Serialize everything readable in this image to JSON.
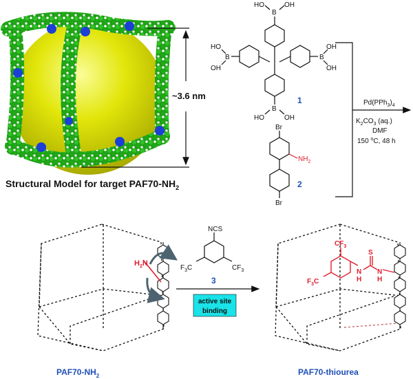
{
  "model": {
    "dimension": "~3.6 nm",
    "caption_main": "Structural Model for target PAF70-NH",
    "caption_sub": "2"
  },
  "monomer1": {
    "id": "1",
    "boronic_groups": [
      {
        "top": "HO",
        "top2": "OH",
        "atom": "B"
      },
      {
        "top": "HO",
        "top2": "OH",
        "atom": "B"
      },
      {
        "top": "OH",
        "top2": "OH",
        "atom": "B"
      },
      {
        "top": "HO",
        "top2": "OH",
        "atom": "B"
      }
    ]
  },
  "monomer2": {
    "id": "2",
    "br_top": "Br",
    "br_bottom": "Br",
    "nh2_main": "NH",
    "nh2_sub": "2"
  },
  "reaction": {
    "catalyst_main": "Pd(PPh",
    "catalyst_sub": "3",
    "catalyst_close": ")",
    "catalyst_sub2": "4",
    "base_main": "K",
    "base_sub": "2",
    "base_rest": "CO",
    "base_sub2": "3",
    "base_tail": " (aq.)",
    "solvent": "DMF",
    "conditions_temp": "150 ",
    "conditions_deg": "o",
    "conditions_tail": "C, 48 h"
  },
  "reagent3": {
    "id": "3",
    "ncs": "NCS",
    "cf3_left": "F",
    "cf3_left_c": "C",
    "cf3_left_sub": "3",
    "cf3_right": "CF",
    "cf3_right_sub": "3"
  },
  "arrow_box": {
    "line1": "active site",
    "line2": "binding",
    "color": "#19e3e8"
  },
  "left_product": {
    "nh2": "H",
    "nh2_sub": "2",
    "nh2_n": "N",
    "label_main": "PAF70-NH",
    "label_sub": "2"
  },
  "right_product": {
    "cf3_top": "CF",
    "cf3_top_sub": "3",
    "cf3_left": "F",
    "cf3_left_c": "C",
    "cf3_left_sub": "3",
    "s_label": "S",
    "nh1": "N",
    "nh1_h": "H",
    "nh2": "N",
    "nh2_h": "H",
    "label": "PAF70-thiourea"
  },
  "colors": {
    "blue_label": "#1f4fb8",
    "red": "#e01e2e",
    "sphere": "#dfe300",
    "framework_green": "#22a51a",
    "nitrogen_blue": "#1c3fd6"
  }
}
